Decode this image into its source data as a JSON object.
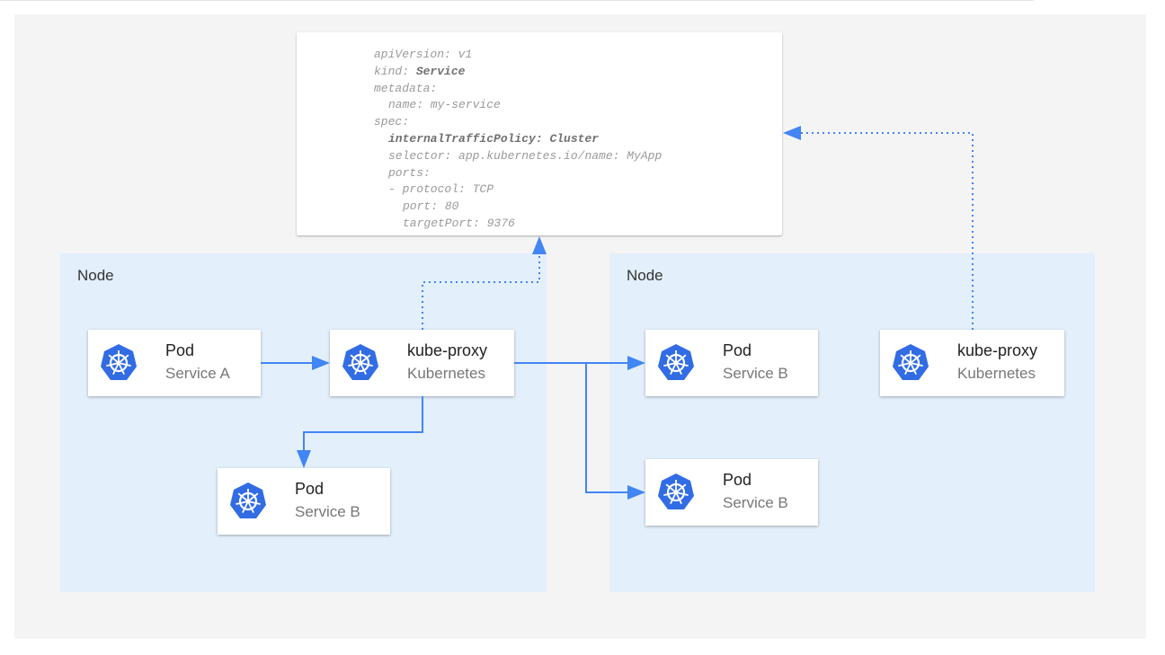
{
  "colors": {
    "accent": "#4285f4",
    "node_bg": "#e3effb",
    "canvas_bg": "#f4f4f4"
  },
  "yaml": [
    {
      "indent": 0,
      "key": "apiVersion: ",
      "value": "v1",
      "bold": false
    },
    {
      "indent": 0,
      "key": "kind: ",
      "value": "Service",
      "bold": "value"
    },
    {
      "indent": 0,
      "key": "metadata:",
      "value": "",
      "bold": false
    },
    {
      "indent": 1,
      "key": "name: ",
      "value": "my-service",
      "bold": false
    },
    {
      "indent": 0,
      "key": "spec:",
      "value": "",
      "bold": false
    },
    {
      "indent": 1,
      "key": "internalTrafficPolicy: ",
      "value": "Cluster",
      "bold": "all"
    },
    {
      "indent": 1,
      "key": "selector: ",
      "value": "app.kubernetes.io/name: MyApp",
      "bold": false
    },
    {
      "indent": 1,
      "key": "ports:",
      "value": "",
      "bold": false
    },
    {
      "indent": 1,
      "key": "- protocol: ",
      "value": "TCP",
      "bold": false
    },
    {
      "indent": 2,
      "key": "port: ",
      "value": "80",
      "bold": false
    },
    {
      "indent": 2,
      "key": "targetPort: ",
      "value": "9376",
      "bold": false
    }
  ],
  "nodes": [
    {
      "label": "Node"
    },
    {
      "label": "Node"
    }
  ],
  "cards": {
    "pod_a": {
      "title": "Pod",
      "subtitle": "Service A",
      "icon": "kubernetes-icon"
    },
    "proxy_1": {
      "title": "kube-proxy",
      "subtitle": "Kubernetes",
      "icon": "kubernetes-icon"
    },
    "pod_b_left": {
      "title": "Pod",
      "subtitle": "Service B",
      "icon": "kubernetes-icon"
    },
    "pod_b_right1": {
      "title": "Pod",
      "subtitle": "Service B",
      "icon": "kubernetes-icon"
    },
    "proxy_2": {
      "title": "kube-proxy",
      "subtitle": "Kubernetes",
      "icon": "kubernetes-icon"
    },
    "pod_b_right2": {
      "title": "Pod",
      "subtitle": "Service B",
      "icon": "kubernetes-icon"
    }
  }
}
